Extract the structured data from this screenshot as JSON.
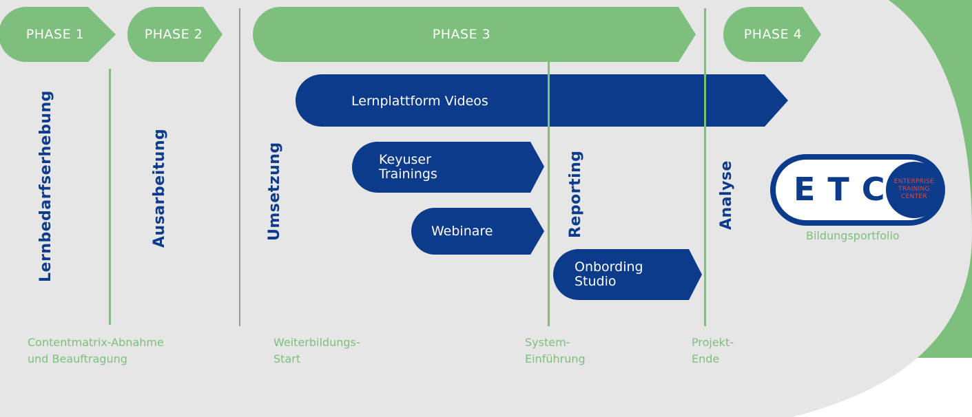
{
  "phases": [
    {
      "label": "PHASE 1"
    },
    {
      "label": "PHASE 2"
    },
    {
      "label": "PHASE 3"
    },
    {
      "label": "PHASE 4"
    }
  ],
  "activities": {
    "lernbedarfserhebung": "Lernbedarfserhebung",
    "ausarbeitung": "Ausarbeitung",
    "umsetzung": "Umsetzung",
    "reporting": "Reporting",
    "analyse": "Analyse"
  },
  "deliverables": {
    "lernplattform_videos": "Lernplattform Videos",
    "keyuser_trainings": "Keyuser\nTrainings",
    "webinare": "Webinare",
    "onbording_studio": "Onbording\nStudio"
  },
  "milestones": {
    "contentmatrix": "Contentmatrix-Abnahme\nund Beauftragung",
    "weiterbildungs_start": "Weiterbildungs-\nStart",
    "system_einfuehrung": "System-\nEinführung",
    "projekt_ende": "Projekt-\nEnde"
  },
  "logo": {
    "letters": "ETC",
    "subtitle": "ENTERPRISE\nTRAINING\nCENTER",
    "caption": "Bildungsportfolio"
  },
  "colors": {
    "phase_green": "#7dbf7d",
    "navy": "#0b3b8a",
    "background_gray": "#e6e6e6",
    "logo_red": "#e04a3a"
  }
}
